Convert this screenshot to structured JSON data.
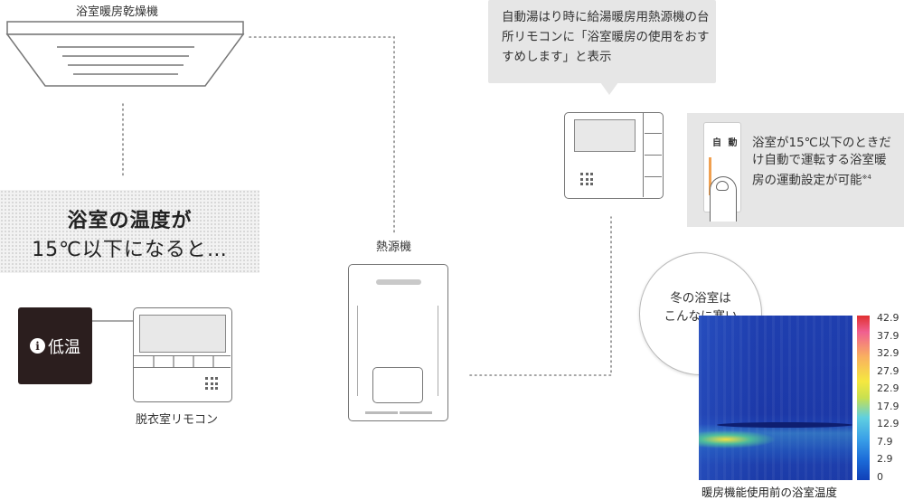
{
  "bathroom_dryer": {
    "label": "浴室暖房乾燥機"
  },
  "headline": {
    "line1": "浴室の温度が",
    "line2": "15℃以下になると…"
  },
  "low_temp_badge": {
    "icon": "info-icon",
    "icon_glyph": "i",
    "text": "低温"
  },
  "changing_room_remote": {
    "label": "脱衣室リモコン"
  },
  "heat_source": {
    "label": "熱源機"
  },
  "kitchen_remote_bubble": {
    "text": "自動湯はり時に給湯暖房用熱源機の台所リモコンに「浴室暖房の使用をおすすめします」と表示"
  },
  "auto_panel": {
    "button_label": "自 動",
    "description": "浴室が15℃以下のときだけ自動で運転する浴室暖房の運動設定が可能",
    "note_mark": "※4"
  },
  "cold_bath": {
    "text_line1": "冬の浴室は",
    "text_line2": "こんなに寒い"
  },
  "thermal": {
    "caption": "暖房機能使用前の浴室温度",
    "scale_labels": [
      "42.9",
      "37.9",
      "32.9",
      "27.9",
      "22.9",
      "17.9",
      "12.9",
      "7.9",
      "2.9",
      "0"
    ]
  },
  "colors": {
    "badge_bg": "#2b1e1e",
    "bubble_bg": "#e6e6e6",
    "auto_led": "#f0a050",
    "line": "#777777"
  }
}
